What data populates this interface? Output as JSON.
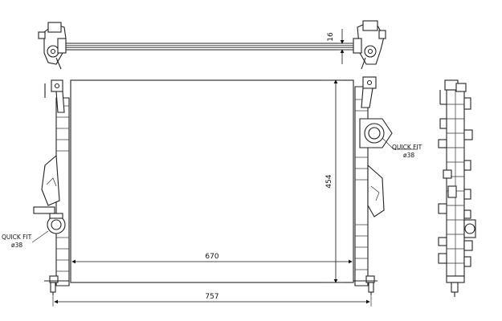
{
  "dimensions": {
    "top_height": "16",
    "core_height": "454",
    "core_width": "670",
    "overall_width": "757"
  },
  "callouts": {
    "right_fit_line1": "QUICK FIT",
    "right_fit_line2": "ø38",
    "left_fit_line1": "QUICK FIT",
    "left_fit_line2": "ø38"
  }
}
